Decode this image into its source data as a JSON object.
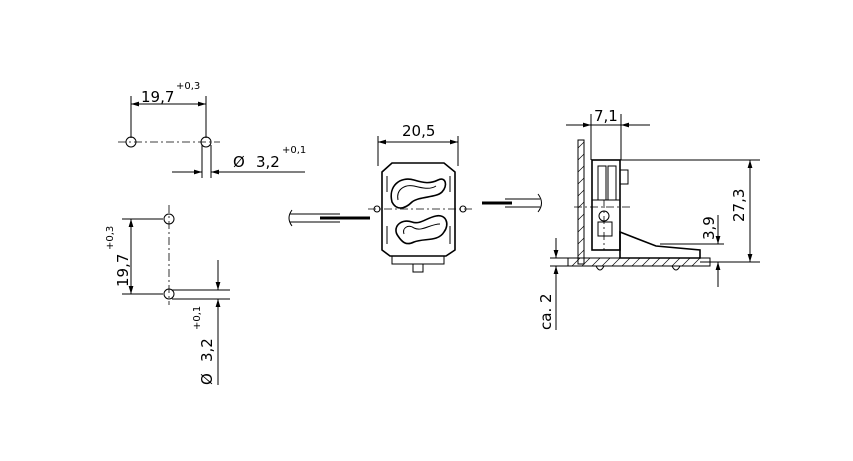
{
  "hole_pattern_horizontal": {
    "spacing": "19,7",
    "spacing_tolerance": "+0,3",
    "hole_diameter_symbol": "Ø",
    "hole_diameter": "3,2",
    "hole_diameter_tolerance": "+0,1"
  },
  "hole_pattern_vertical": {
    "spacing": "19,7",
    "spacing_tolerance": "+0,3",
    "hole_diameter_symbol": "Ø",
    "hole_diameter": "3,2",
    "hole_diameter_tolerance": "+0,1"
  },
  "front_view": {
    "width": "20,5"
  },
  "side_view": {
    "depth": "7,1",
    "height": "27,3",
    "pin_height": "3,9",
    "plate_thickness": "ca. 2"
  }
}
